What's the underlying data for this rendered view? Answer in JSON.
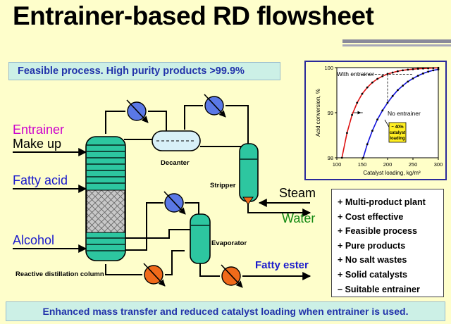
{
  "title": "Entrainer-based RD flowsheet",
  "feasible_banner": "Feasible process. High purity products >99.9%",
  "bottom_banner": "Enhanced mass transfer and reduced catalyst loading when entrainer is used.",
  "streams": {
    "entrainer": "Entrainer",
    "make_up": "Make up",
    "fatty_acid": "Fatty acid",
    "alcohol": "Alcohol",
    "steam": "Steam",
    "water": "Water",
    "fatty_ester": "Fatty ester"
  },
  "units": {
    "decanter": "Decanter",
    "stripper": "Stripper",
    "evaporator": "Evaporator",
    "column": "Reactive distillation column"
  },
  "advantages": [
    "+ Multi-product plant",
    "+ Cost effective",
    "+ Feasible process",
    "+ Pure products",
    "+ No salt wastes",
    "+ Solid catalysts",
    "– Suitable entrainer"
  ],
  "colors": {
    "background": "#fefecb",
    "banner_fill": "#ccf0e6",
    "banner_text": "#2233aa",
    "entrainer_text": "#cc00cc",
    "feed_text": "#1a1acc",
    "water_text": "#118811",
    "vessel": "#2dc6a0",
    "condenser": "#5a78e6",
    "reboiler": "#f06a1a",
    "with_entrainer": "#dd1111",
    "no_entrainer": "#1111dd"
  },
  "chart_data": {
    "type": "line",
    "title": "",
    "xlabel": "Catalyst loading, kg/m³",
    "ylabel": "Acid conversion, %",
    "xlim": [
      100,
      300
    ],
    "ylim": [
      98,
      100
    ],
    "xticks": [
      100,
      150,
      200,
      250,
      300
    ],
    "yticks": [
      98,
      99,
      100
    ],
    "series": [
      {
        "name": "With entrainer",
        "color": "#dd1111",
        "x": [
          110,
          120,
          130,
          140,
          150,
          160,
          170,
          180,
          190,
          200,
          210,
          220,
          230,
          240,
          250,
          260,
          270,
          280,
          290,
          300
        ],
        "y": [
          98.0,
          98.55,
          98.95,
          99.22,
          99.42,
          99.56,
          99.67,
          99.75,
          99.81,
          99.86,
          99.89,
          99.92,
          99.94,
          99.955,
          99.965,
          99.975,
          99.98,
          99.985,
          99.99,
          99.995
        ]
      },
      {
        "name": "No entrainer",
        "color": "#1111dd",
        "x": [
          152,
          160,
          170,
          180,
          190,
          200,
          210,
          220,
          230,
          240,
          250,
          260,
          270,
          280,
          290,
          300
        ],
        "y": [
          98.0,
          98.3,
          98.6,
          98.85,
          99.05,
          99.22,
          99.37,
          99.5,
          99.6,
          99.69,
          99.76,
          99.82,
          99.87,
          99.91,
          99.94,
          99.96
        ]
      }
    ],
    "annotation": {
      "lines": [
        "~ 40%",
        "catalyst",
        "loading"
      ]
    }
  }
}
